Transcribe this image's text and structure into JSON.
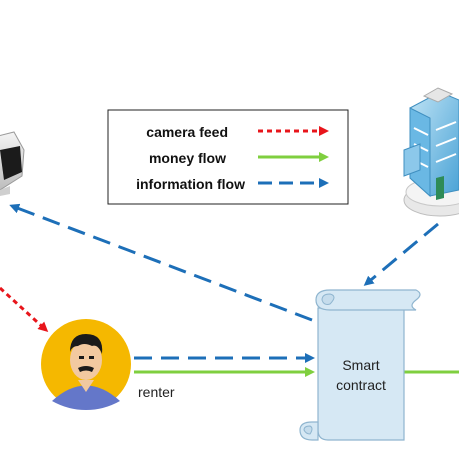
{
  "legend": {
    "camera_feed": "camera feed",
    "money_flow": "money flow",
    "information_flow": "information flow"
  },
  "nodes": {
    "renter": "renter",
    "contract_line1": "Smart",
    "contract_line2": "contract"
  },
  "colors": {
    "camera_feed": "#e8151b",
    "money_flow": "#7fcf3f",
    "information_flow": "#1d6fb8",
    "avatar_bg": "#f5b800",
    "scroll_fill": "#d6e8f4",
    "scroll_stroke": "#8fb5cf"
  }
}
